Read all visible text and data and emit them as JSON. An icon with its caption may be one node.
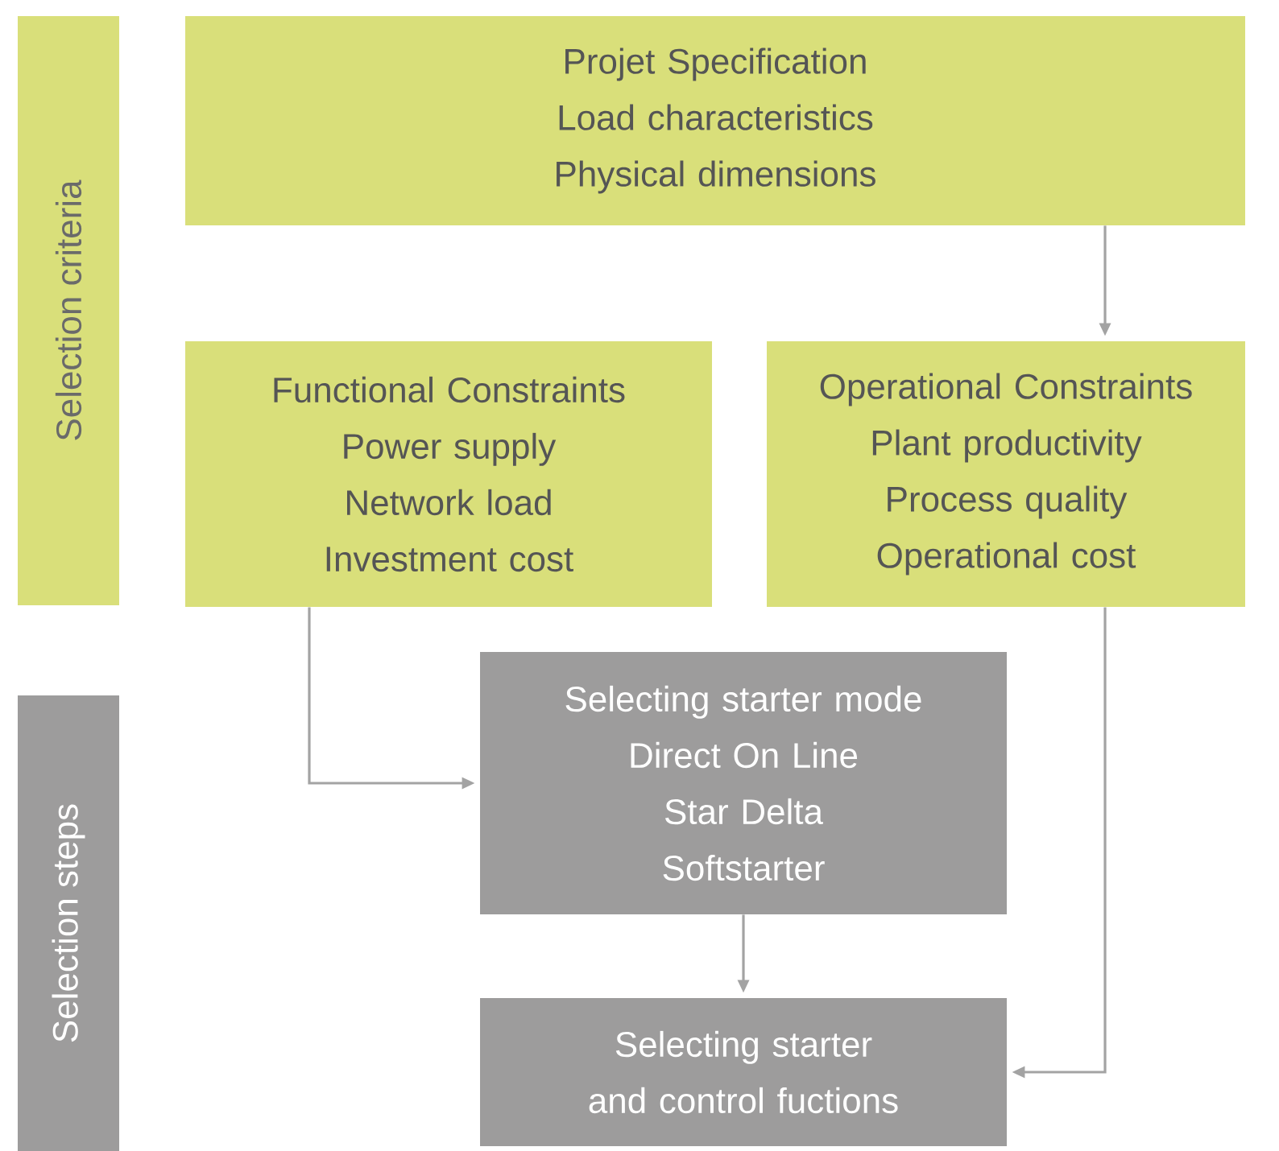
{
  "diagram": {
    "nodes": [
      {
        "text": [
          "Selection criteria"
        ]
      },
      {
        "text": [
          "Projet Specification",
          "Load characteristics",
          "Physical dimensions"
        ]
      },
      {
        "text": [
          "Functional Constraints",
          "Power supply",
          "Network load",
          "Investment cost"
        ]
      },
      {
        "text": [
          "Operational Constraints",
          "Plant productivity",
          "Process quality",
          "Operational cost"
        ]
      },
      {
        "text": [
          "Selection steps"
        ]
      },
      {
        "text": [
          "Selecting starter mode",
          "Direct On Line",
          "Star Delta",
          "Softstarter"
        ]
      },
      {
        "text": [
          "Selecting starter and control fuctions"
        ]
      }
    ],
    "edges": [
      {
        "from": 1,
        "to": 3,
        "arrow": "to"
      },
      {
        "from": 2,
        "to": 5,
        "arrow": "to"
      },
      {
        "from": 5,
        "to": 6,
        "arrow": "to"
      },
      {
        "from": 3,
        "to": 6,
        "arrow": "to"
      }
    ]
  }
}
